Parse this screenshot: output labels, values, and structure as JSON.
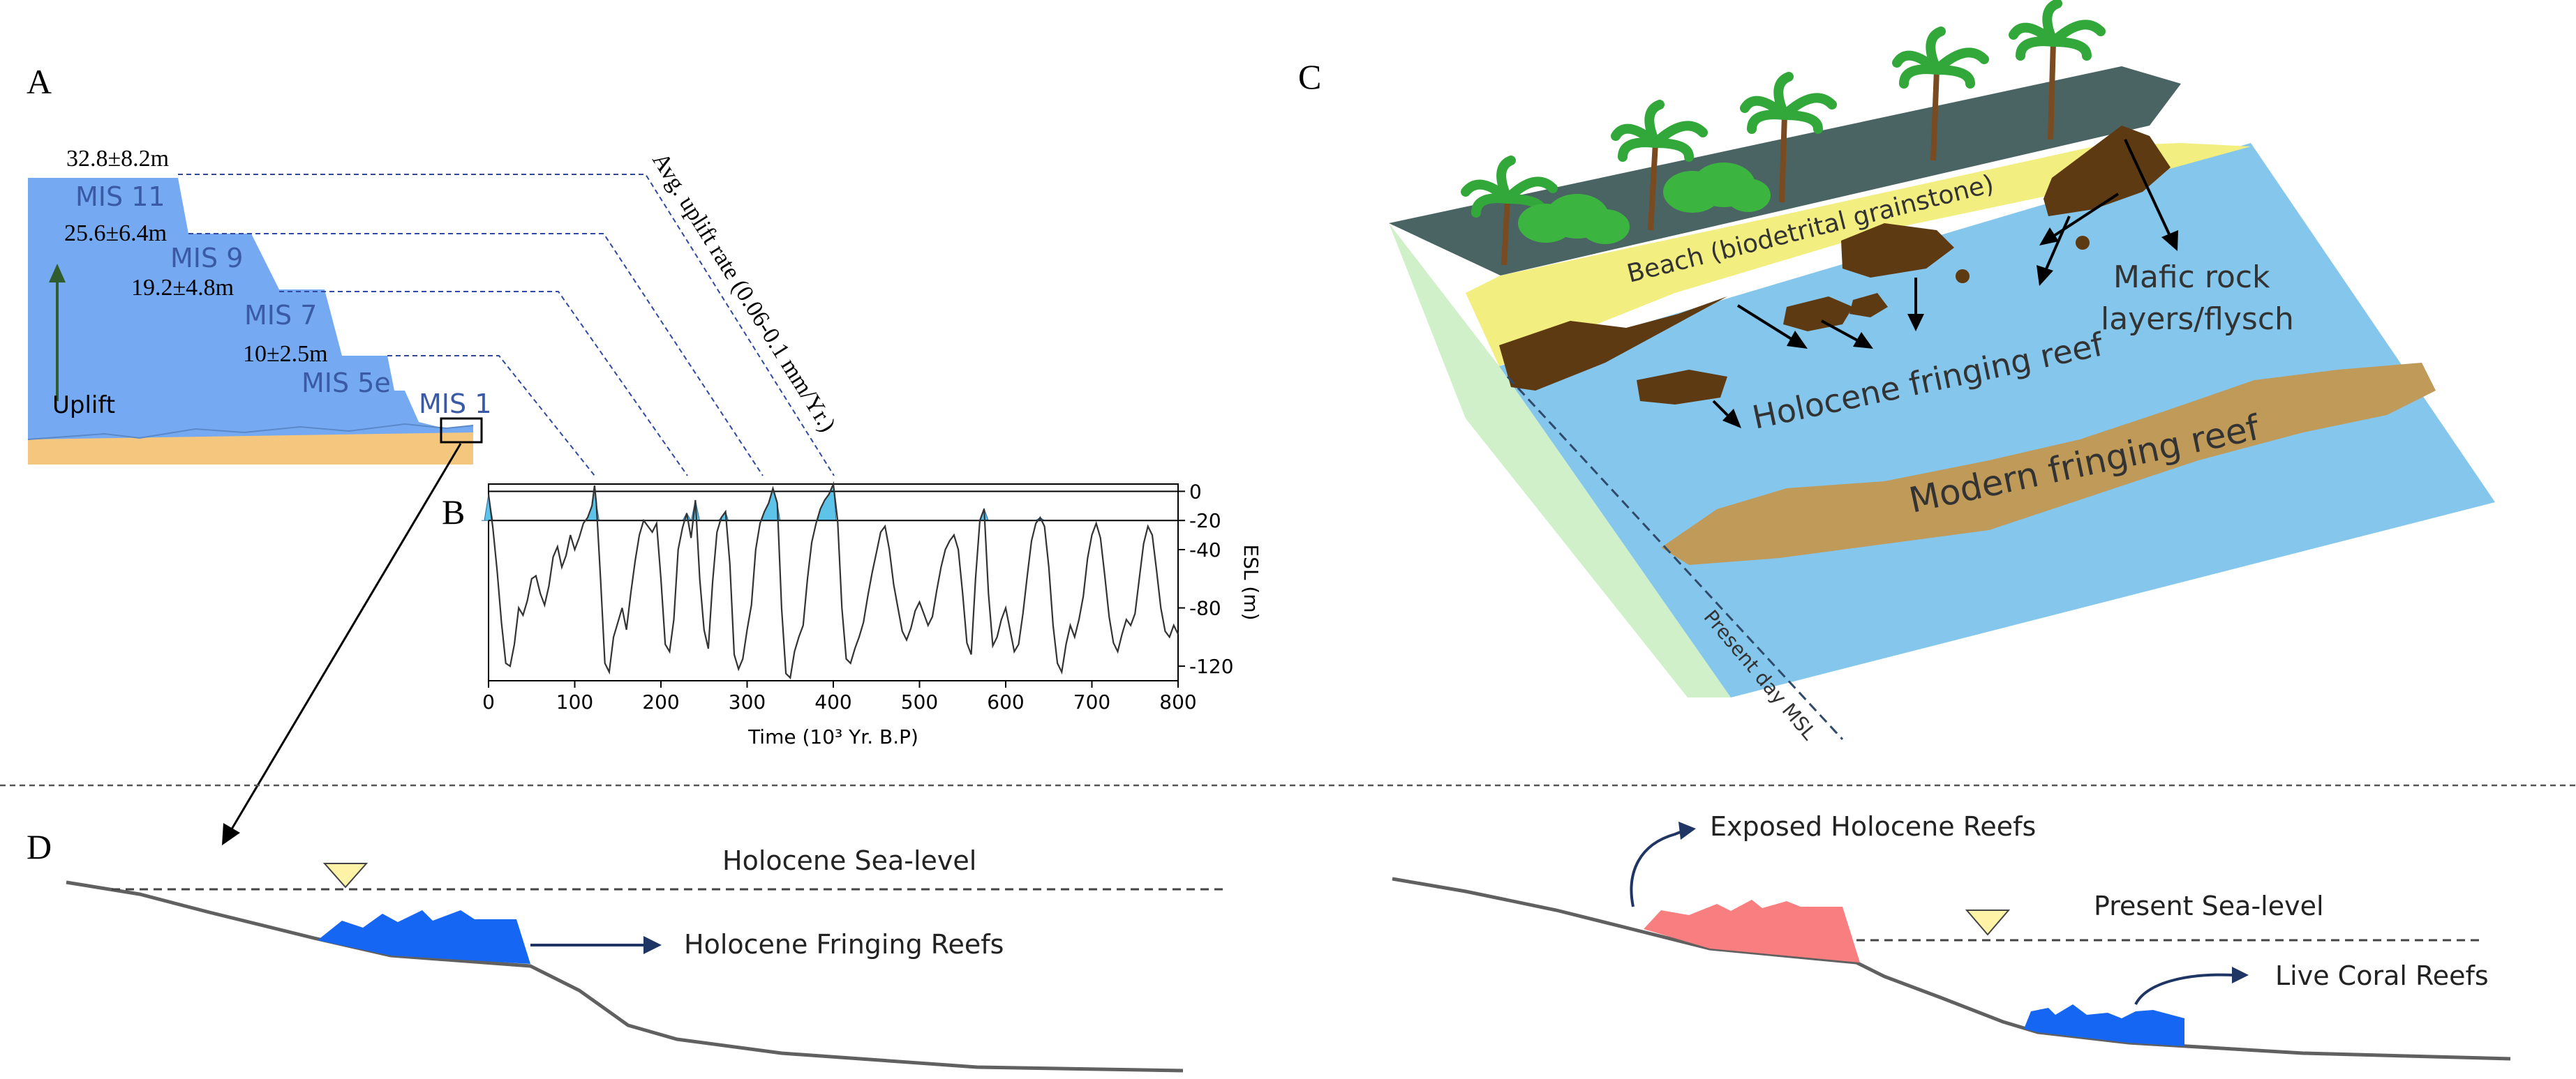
{
  "panels": {
    "a": {
      "letter": "A"
    },
    "b": {
      "letter": "B"
    },
    "c": {
      "letter": "C"
    },
    "d": {
      "letter": "D"
    }
  },
  "panel_a": {
    "terraces": [
      {
        "mis": "MIS 11",
        "elevation": "32.8±8.2m"
      },
      {
        "mis": "MIS 9",
        "elevation": "25.6±6.4m"
      },
      {
        "mis": "MIS 7",
        "elevation": "19.2±4.8m"
      },
      {
        "mis": "MIS 5e",
        "elevation": "10±2.5m"
      }
    ],
    "present_label": "MIS 1",
    "uplift_label": "Uplift",
    "uplift_rate_label": "Avg. uplift rate (0.06-0.1 mm/Yr.)",
    "colors": {
      "terrace": "#75aaf3",
      "sediment": "#f5c77e",
      "arrow": "#2f5d2f",
      "label": "#3a5aa5"
    }
  },
  "chart_data": {
    "type": "line",
    "title": "",
    "xlabel": "Time (10³ Yr. B.P)",
    "ylabel": "ESL (m)",
    "xlim": [
      0,
      800
    ],
    "ylim": [
      -130,
      5
    ],
    "xticks": [
      "0",
      "100",
      "200",
      "300",
      "400",
      "500",
      "600",
      "700",
      "800"
    ],
    "yticks": [
      "0",
      "-20",
      "-40",
      "-80",
      "-120"
    ],
    "reference_lines": [
      0,
      -20
    ],
    "highstand_peaks_x": [
      2,
      123,
      240,
      330,
      405,
      575
    ],
    "series": [
      {
        "x": [
          0,
          5,
          10,
          15,
          20,
          25,
          30,
          35,
          40,
          45,
          50,
          55,
          60,
          65,
          70,
          75,
          80,
          85,
          90,
          95,
          100,
          105,
          110,
          115,
          120,
          123,
          125,
          130,
          135,
          140,
          145,
          150,
          155,
          160,
          165,
          170,
          175,
          180,
          185,
          190,
          195,
          200,
          205,
          210,
          215,
          220,
          225,
          230,
          235,
          240,
          245,
          250,
          255,
          260,
          265,
          270,
          275,
          280,
          285,
          290,
          295,
          300,
          305,
          310,
          315,
          320,
          325,
          330,
          335,
          340,
          345,
          350,
          355,
          360,
          365,
          370,
          375,
          380,
          385,
          390,
          395,
          400,
          405,
          410,
          415,
          420,
          425,
          430,
          435,
          440,
          445,
          450,
          455,
          460,
          465,
          470,
          475,
          480,
          485,
          490,
          495,
          500,
          505,
          510,
          515,
          520,
          525,
          530,
          535,
          540,
          545,
          550,
          555,
          560,
          565,
          570,
          575,
          580,
          585,
          590,
          595,
          600,
          605,
          610,
          615,
          620,
          625,
          630,
          635,
          640,
          645,
          650,
          655,
          660,
          665,
          670,
          675,
          680,
          685,
          690,
          695,
          700,
          705,
          710,
          715,
          720,
          725,
          730,
          735,
          740,
          745,
          750,
          755,
          760,
          765,
          770,
          775,
          780,
          785,
          790,
          795,
          800
        ],
        "y": [
          -2,
          -25,
          -55,
          -90,
          -118,
          -120,
          -105,
          -80,
          -85,
          -75,
          -60,
          -58,
          -70,
          -78,
          -65,
          -45,
          -38,
          -52,
          -44,
          -30,
          -40,
          -32,
          -22,
          -18,
          -10,
          4,
          -8,
          -60,
          -118,
          -124,
          -100,
          -90,
          -80,
          -95,
          -70,
          -48,
          -30,
          -20,
          -24,
          -28,
          -22,
          -60,
          -105,
          -110,
          -88,
          -40,
          -25,
          -15,
          -32,
          -6,
          -60,
          -95,
          -108,
          -62,
          -28,
          -18,
          -14,
          -50,
          -112,
          -122,
          -115,
          -95,
          -78,
          -40,
          -22,
          -14,
          -8,
          2,
          -8,
          -80,
          -125,
          -128,
          -110,
          -100,
          -92,
          -60,
          -35,
          -22,
          -12,
          -6,
          -2,
          5,
          -20,
          -80,
          -115,
          -118,
          -108,
          -100,
          -90,
          -72,
          -56,
          -42,
          -28,
          -24,
          -40,
          -64,
          -80,
          -96,
          -102,
          -94,
          -82,
          -76,
          -84,
          -92,
          -86,
          -68,
          -52,
          -40,
          -34,
          -30,
          -40,
          -70,
          -104,
          -112,
          -60,
          -20,
          -12,
          -70,
          -106,
          -100,
          -88,
          -80,
          -95,
          -110,
          -105,
          -84,
          -58,
          -34,
          -22,
          -18,
          -24,
          -52,
          -92,
          -118,
          -124,
          -105,
          -92,
          -100,
          -88,
          -72,
          -46,
          -30,
          -22,
          -32,
          -58,
          -86,
          -104,
          -110,
          -98,
          -88,
          -92,
          -84,
          -60,
          -36,
          -24,
          -30,
          -54,
          -80,
          -96,
          -100,
          -92,
          -98
        ]
      }
    ]
  },
  "panel_c": {
    "labels": {
      "beach": "Beach (biodetrital grainstone)",
      "mafic": "Mafic rock layers/flysch",
      "holocene_reef": "Holocene fringing reef",
      "modern_reef": "Modern fringing reef",
      "msl": "Present day MSL"
    },
    "colors": {
      "land_top": "#4a6363",
      "beach": "#f2ee80",
      "rock": "#5e3a12",
      "water": "#85c7ec",
      "modern_reef": "#bf9a58",
      "cliff_face": "#cff0c8",
      "palm_trunk": "#7a4a20",
      "palm_leaf": "#33a83a",
      "bush": "#3cb540"
    }
  },
  "panel_d": {
    "left": {
      "sea_level_label": "Holocene Sea-level",
      "reef_label": "Holocene Fringing Reefs"
    },
    "right": {
      "exposed_label": "Exposed Holocene Reefs",
      "sea_level_label": "Present Sea-level",
      "live_label": "Live Coral Reefs"
    },
    "colors": {
      "reef": "#1566f2",
      "exposed_reef": "#f87e80",
      "marker": "#fff3a8",
      "arrow": "#1f3564",
      "seabed": "#606060"
    }
  }
}
